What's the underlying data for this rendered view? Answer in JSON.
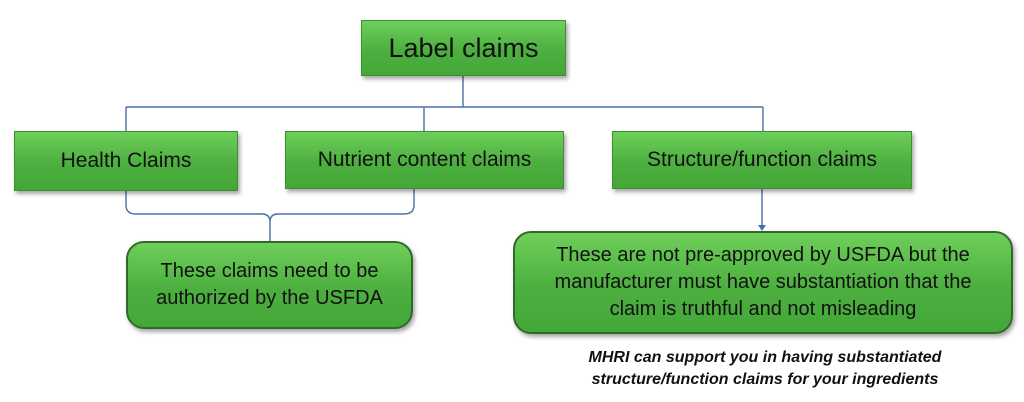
{
  "root": {
    "label": "Label claims"
  },
  "categories": [
    {
      "label": "Health Claims"
    },
    {
      "label": "Nutrient content claims"
    },
    {
      "label": "Structure/function claims"
    }
  ],
  "outcomes": {
    "authorized": "These claims need to be authorized by the USFDA",
    "not_preapproved": "These are not pre-approved by USFDA but the manufacturer must have substantiation that the claim is truthful and not misleading"
  },
  "note": {
    "line1": "MHRI can support you in having substantiated",
    "line2": "structure/function claims for your ingredients"
  },
  "colors": {
    "box_fill": "#4caf3f",
    "connector": "#4a6fa5"
  }
}
